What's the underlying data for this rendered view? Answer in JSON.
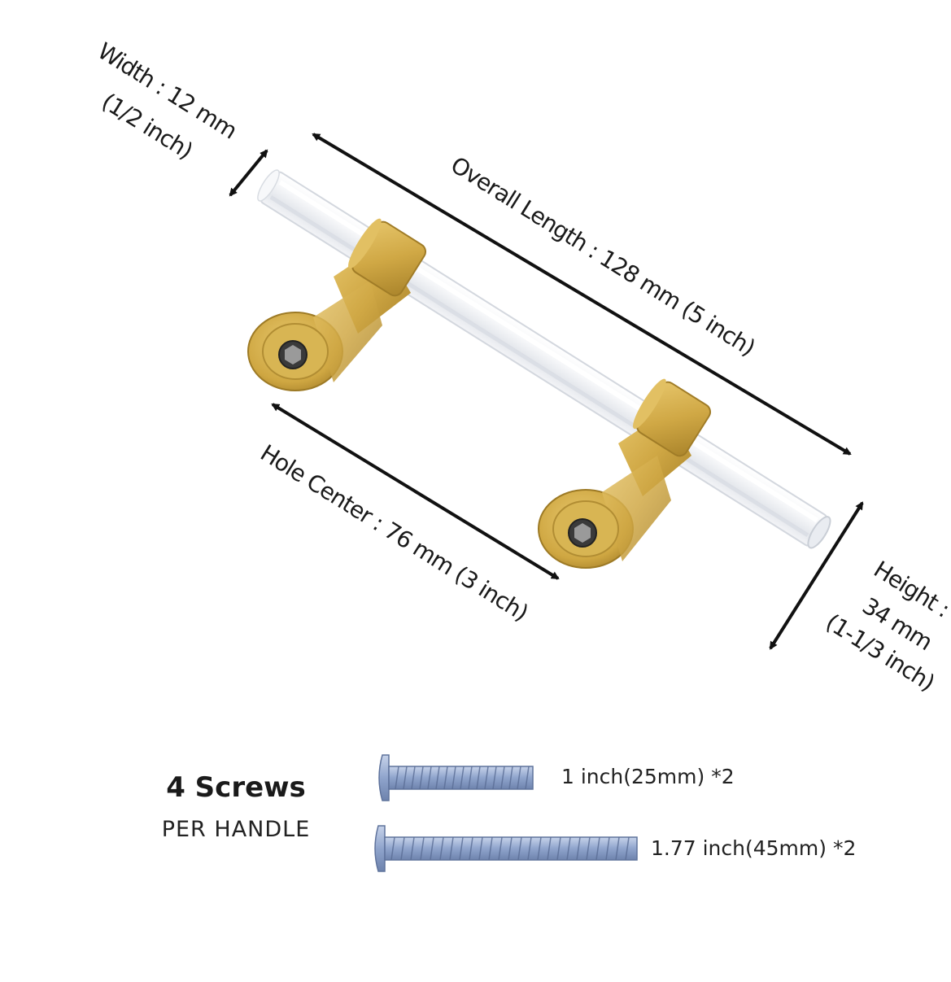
{
  "dimensions": {
    "width": {
      "line1": "Width : 12 mm",
      "line2": "(1/2 inch)"
    },
    "overall_length": "Overall Length : 128 mm (5 inch)",
    "hole_center": "Hole Center : 76 mm (3 inch)",
    "height": {
      "line1": "Height :",
      "line2": "34 mm",
      "line3": "(1-1/3 inch)"
    }
  },
  "screws": {
    "title": "4 Screws",
    "subtitle": "PER HANDLE",
    "items": [
      {
        "label": "1 inch(25mm) *2"
      },
      {
        "label": "1.77 inch(45mm) *2"
      }
    ]
  },
  "colors": {
    "brass": "#d0a845",
    "brass_dark": "#a9832a",
    "acrylic": "#eef0f3",
    "screw_blue": "#8fa4cc",
    "arrow": "#111111"
  }
}
